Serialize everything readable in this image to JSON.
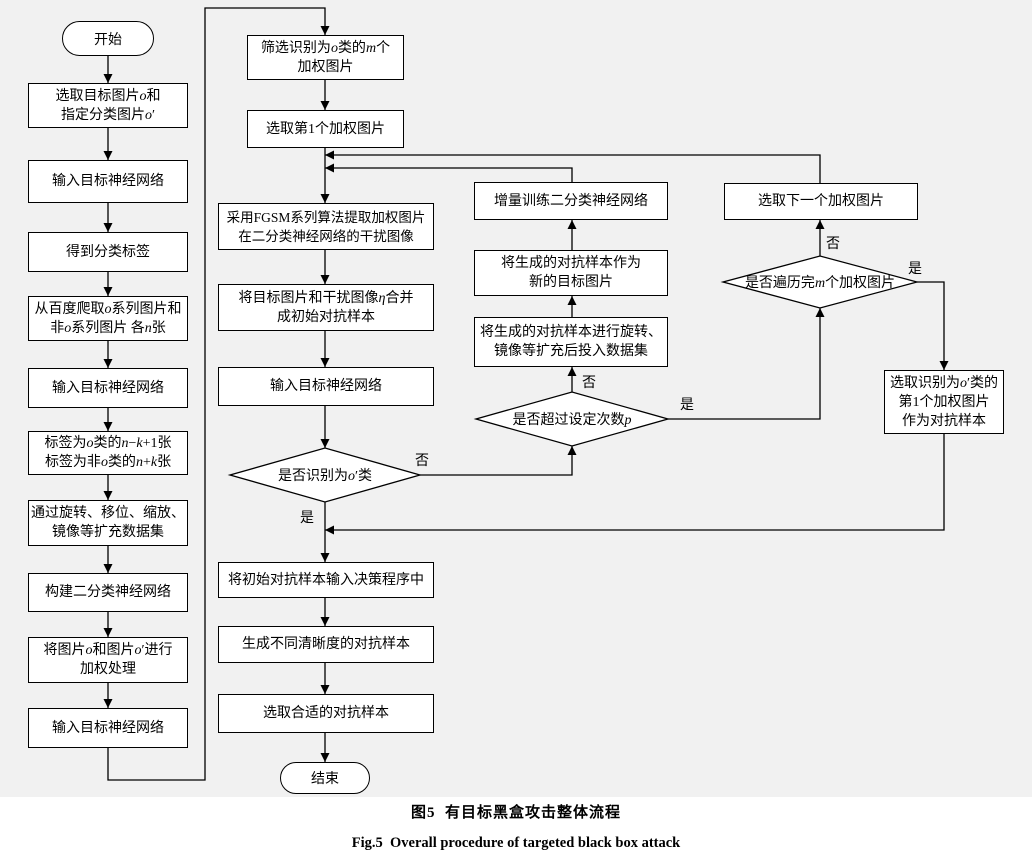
{
  "terminals": {
    "start": "开始",
    "end": "结束"
  },
  "nodes": {
    "select_images": [
      "选取目标图片o和",
      "指定分类图片o′"
    ],
    "input_net_1": [
      "输入目标神经网络"
    ],
    "get_labels": [
      "得到分类标签"
    ],
    "crawl_images": [
      "从百度爬取o系列图片和",
      "非o系列图片 各n张"
    ],
    "input_net_2": [
      "输入目标神经网络"
    ],
    "label_counts": [
      "标签为o类的n−k+1张",
      "标签为非o类的n+k张"
    ],
    "augment_dataset": [
      "通过旋转、移位、缩放、",
      "镜像等扩充数据集"
    ],
    "build_binary_net": [
      "构建二分类神经网络"
    ],
    "weight_images": [
      "将图片o和图片o′进行",
      "加权处理"
    ],
    "input_net_3": [
      "输入目标神经网络"
    ],
    "filter_weighted": [
      "筛选识别为o类的m个",
      "加权图片"
    ],
    "select_first_weighted": [
      "选取第1个加权图片"
    ],
    "fgsm_perturb": [
      "采用FGSM系列算法提取加权图片",
      "在二分类神经网络的干扰图像"
    ],
    "merge_adversarial": [
      "将目标图片和干扰图像η合并",
      "成初始对抗样本"
    ],
    "input_net_4": [
      "输入目标神经网络"
    ],
    "decision_policy": [
      "将初始对抗样本输入决策程序中"
    ],
    "generate_clarity": [
      "生成不同清晰度的对抗样本"
    ],
    "choose_sample": [
      "选取合适的对抗样本"
    ],
    "augment_samples": [
      "将生成的对抗样本进行旋转、",
      "镜像等扩充后投入数据集"
    ],
    "new_target": [
      "将生成的对抗样本作为",
      "新的目标图片"
    ],
    "incremental_train": [
      "增量训练二分类神经网络"
    ],
    "select_next_weighted": [
      "选取下一个加权图片"
    ],
    "select_first_o_prime": [
      "选取识别为o′类的",
      "第1个加权图片",
      "作为对抗样本"
    ]
  },
  "decisions": {
    "recognized_o_prime": "是否识别为o′类",
    "exceeds_limit": "是否超过设定次数p",
    "traversed_all": "是否遍历完m个加权图片"
  },
  "edge_labels": {
    "recognized_no": "否",
    "recognized_yes": "是",
    "exceeds_no": "否",
    "exceeds_yes": "是",
    "traversed_no": "否",
    "traversed_yes": "是"
  },
  "caption": {
    "cn": "图5  有目标黑盒攻击整体流程",
    "en": "Fig.5  Overall procedure of targeted black box attack"
  }
}
